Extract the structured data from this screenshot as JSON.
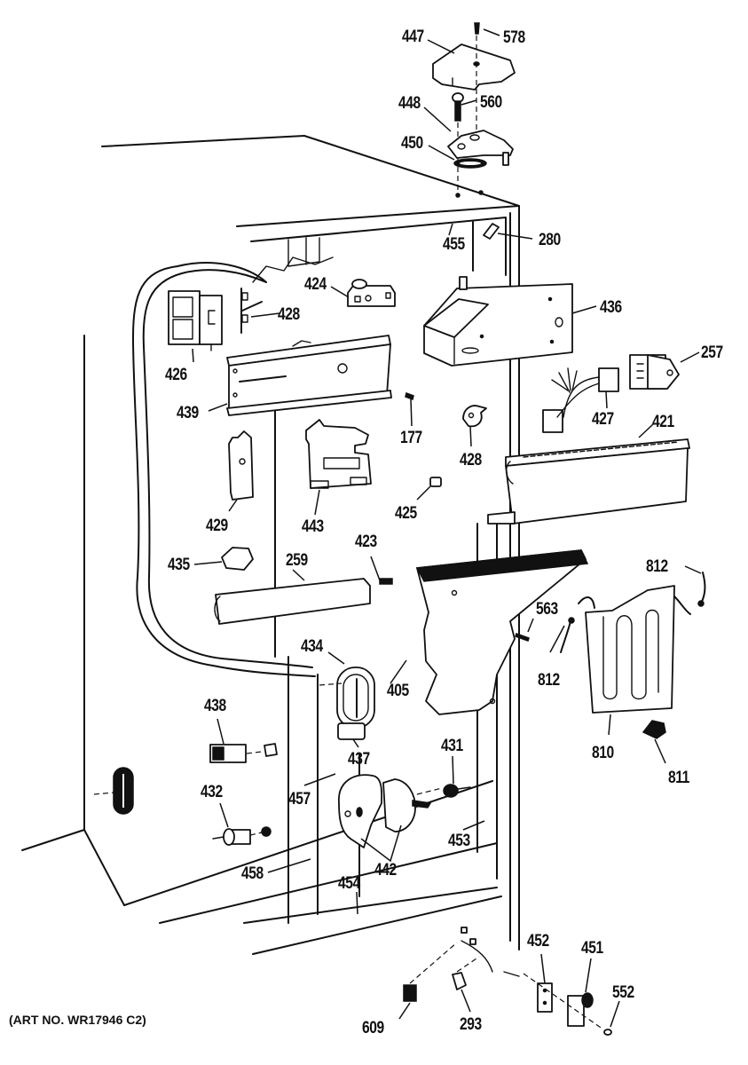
{
  "title": "Refrigerator freezer section exploded parts diagram",
  "caption": "(ART NO. WR17946 C2)",
  "labels": [
    {
      "id": "447",
      "text": "447"
    },
    {
      "id": "578",
      "text": "578"
    },
    {
      "id": "448",
      "text": "448"
    },
    {
      "id": "560",
      "text": "560"
    },
    {
      "id": "450",
      "text": "450"
    },
    {
      "id": "455",
      "text": "455"
    },
    {
      "id": "280",
      "text": "280"
    },
    {
      "id": "424",
      "text": "424"
    },
    {
      "id": "428a",
      "text": "428"
    },
    {
      "id": "436",
      "text": "436"
    },
    {
      "id": "426",
      "text": "426"
    },
    {
      "id": "439",
      "text": "439"
    },
    {
      "id": "177",
      "text": "177"
    },
    {
      "id": "257",
      "text": "257"
    },
    {
      "id": "427",
      "text": "427"
    },
    {
      "id": "428b",
      "text": "428"
    },
    {
      "id": "421",
      "text": "421"
    },
    {
      "id": "429",
      "text": "429"
    },
    {
      "id": "443",
      "text": "443"
    },
    {
      "id": "425",
      "text": "425"
    },
    {
      "id": "423",
      "text": "423"
    },
    {
      "id": "435",
      "text": "435"
    },
    {
      "id": "259",
      "text": "259"
    },
    {
      "id": "812a",
      "text": "812"
    },
    {
      "id": "563",
      "text": "563"
    },
    {
      "id": "812b",
      "text": "812"
    },
    {
      "id": "434",
      "text": "434"
    },
    {
      "id": "405",
      "text": "405"
    },
    {
      "id": "810",
      "text": "810"
    },
    {
      "id": "811",
      "text": "811"
    },
    {
      "id": "438",
      "text": "438"
    },
    {
      "id": "437",
      "text": "437"
    },
    {
      "id": "431",
      "text": "431"
    },
    {
      "id": "432",
      "text": "432"
    },
    {
      "id": "457",
      "text": "457"
    },
    {
      "id": "453",
      "text": "453"
    },
    {
      "id": "442",
      "text": "442"
    },
    {
      "id": "458",
      "text": "458"
    },
    {
      "id": "454",
      "text": "454"
    },
    {
      "id": "452",
      "text": "452"
    },
    {
      "id": "451",
      "text": "451"
    },
    {
      "id": "552",
      "text": "552"
    },
    {
      "id": "609",
      "text": "609"
    },
    {
      "id": "293",
      "text": "293"
    }
  ]
}
